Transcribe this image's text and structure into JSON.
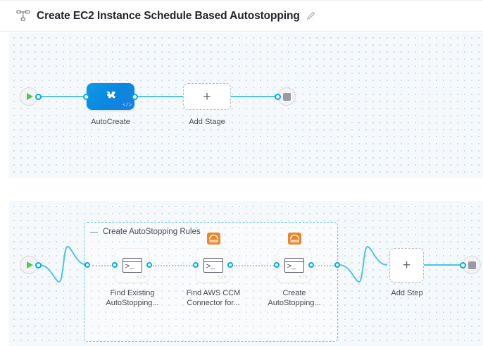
{
  "header": {
    "icon": "pipeline-icon",
    "title": "Create EC2 Instance Schedule Based Autostopping",
    "edit_icon": "pencil-icon"
  },
  "stage_canvas": {
    "name": "stages-canvas",
    "start_node": {
      "icon": "play-icon",
      "name": "pipeline-start"
    },
    "end_node": {
      "icon": "stop-icon",
      "name": "pipeline-end"
    },
    "nodes": [
      {
        "label": "AutoCreate",
        "icon": "puzzle-code-icon",
        "corner_icon": "code-tag",
        "type": "custom-stage",
        "color": "#0b8ee2"
      }
    ],
    "add_stage": {
      "label": "Add Stage",
      "icon": "plus-icon"
    }
  },
  "step_canvas": {
    "name": "steps-canvas",
    "start_node": {
      "icon": "play-icon",
      "name": "execution-start"
    },
    "end_node": {
      "icon": "stop-icon",
      "name": "execution-end"
    },
    "group": {
      "title": "Create AutoStopping Rules",
      "collapse_icon": "minus-icon"
    },
    "steps": [
      {
        "label_line1": "Find Existing",
        "label_line2": "AutoStopping...",
        "icon": "shell-script-icon",
        "glyph": ">_",
        "corner_icon": "code-tag",
        "badge": null
      },
      {
        "label_line1": "Find AWS CCM",
        "label_line2": "Connector for...",
        "icon": "shell-script-icon",
        "glyph": ">_",
        "corner_icon": "code-tag",
        "badge": "aws-icon"
      },
      {
        "label_line1": "Create",
        "label_line2": "AutoStopping...",
        "icon": "shell-script-icon",
        "glyph": ">_",
        "corner_icon": "code-tag",
        "badge": "aws-icon"
      }
    ],
    "add_step": {
      "label": "Add Step",
      "icon": "plus-icon"
    }
  },
  "colors": {
    "accent": "#00ade4",
    "link": "#4fc3e8",
    "stage_blue": "#0b8ee2",
    "aws_orange": "#f28322",
    "group_border": "#72c7ec",
    "canvas_bg": "#f6f9fc",
    "start_green": "#4dc952"
  }
}
